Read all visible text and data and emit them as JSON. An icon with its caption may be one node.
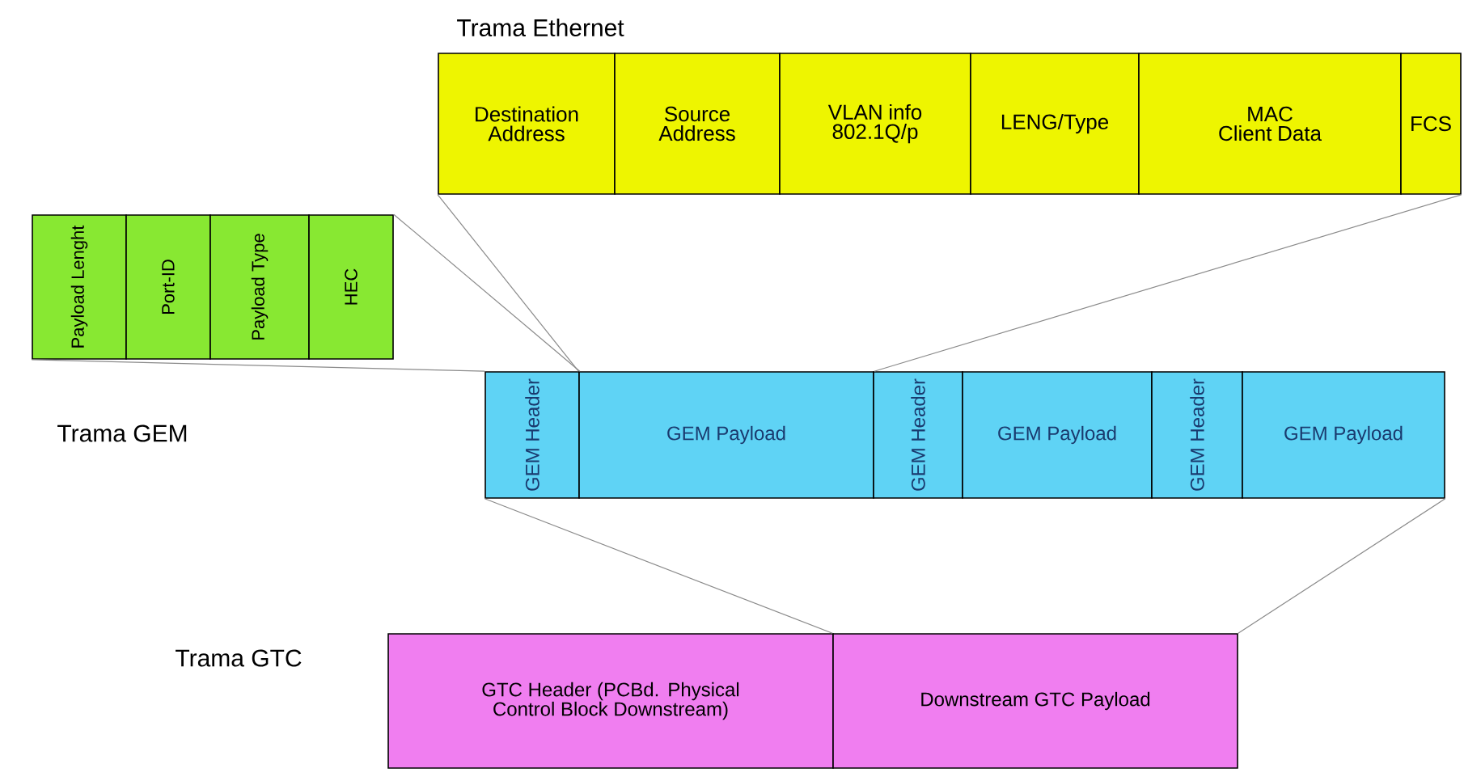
{
  "diagram": {
    "nodes": [
      {
        "text": [
          "Destination Address"
        ]
      },
      {
        "text": [
          "Source Address"
        ]
      },
      {
        "text": [
          "VLAN info 802.1Q/p"
        ]
      },
      {
        "text": [
          "LENG/Type"
        ]
      },
      {
        "text": [
          "MAC Client Data"
        ]
      },
      {
        "text": [
          "FCS"
        ]
      },
      {
        "text": [
          "Payload Lenght"
        ]
      },
      {
        "text": [
          "Port-ID"
        ]
      },
      {
        "text": [
          "Payload Type"
        ]
      },
      {
        "text": [
          "HEC"
        ]
      },
      {
        "text": [
          "GEM Header"
        ]
      },
      {
        "text": [
          "GEM Payload"
        ]
      },
      {
        "text": [
          "GEM Header"
        ]
      },
      {
        "text": [
          "GEM Payload"
        ]
      },
      {
        "text": [
          "GEM Header"
        ]
      },
      {
        "text": [
          "GEM Payload"
        ]
      },
      {
        "text": [
          "GTC Header (PCBd. Physical Control Block Downstream)"
        ]
      },
      {
        "text": [
          "Downstream GTC Payload"
        ]
      }
    ],
    "edges": [
      {
        "from": 9,
        "to": 10,
        "arrow": "none"
      },
      {
        "from": 6,
        "to": 10,
        "arrow": "none"
      },
      {
        "from": 0,
        "to": 11,
        "arrow": "none"
      },
      {
        "from": 5,
        "to": 11,
        "arrow": "none"
      },
      {
        "from": 10,
        "to": 17,
        "arrow": "none"
      },
      {
        "from": 15,
        "to": 17,
        "arrow": "none"
      }
    ],
    "labels": [
      "Trama Ethernet",
      "Trama GEM",
      "Trama GTC"
    ]
  }
}
